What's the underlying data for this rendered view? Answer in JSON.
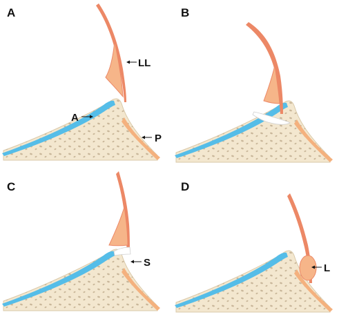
{
  "panels": [
    {
      "letter": "A",
      "labels": [
        "LL",
        "A",
        "P"
      ]
    },
    {
      "letter": "B",
      "labels": []
    },
    {
      "letter": "C",
      "labels": [
        "S"
      ]
    },
    {
      "letter": "D",
      "labels": [
        "L"
      ]
    }
  ],
  "colors": {
    "bone": "#f3e7cf",
    "bone_outline": "#d9c9a9",
    "bone_dots": "#c9b79a",
    "cartilage_blue": "#55bde8",
    "ligament": "#ec8866",
    "ligament_light": "#f6b589",
    "periosteum": "#f4b17e"
  }
}
